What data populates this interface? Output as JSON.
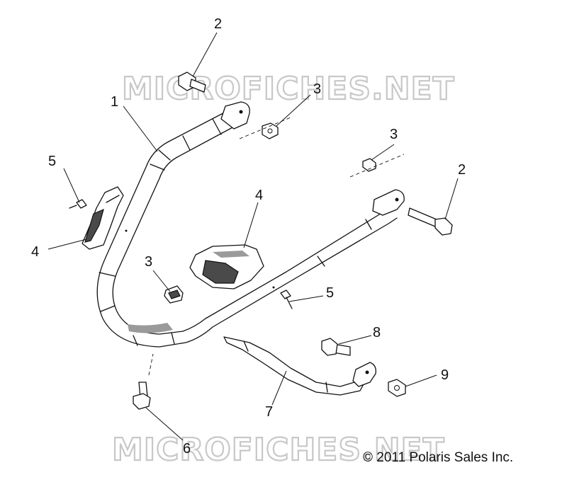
{
  "watermark": {
    "top": "MICROFICHES.NET",
    "bottom": "MICROFICHES.NET"
  },
  "copyright": "© 2011 Polaris Sales Inc.",
  "callouts": {
    "c1": "1",
    "c2a": "2",
    "c2b": "2",
    "c3a": "3",
    "c3b": "3",
    "c3c": "3",
    "c4a": "4",
    "c4b": "4",
    "c5a": "5",
    "c5b": "5",
    "c6": "6",
    "c7": "7",
    "c8": "8",
    "c9": "9"
  }
}
